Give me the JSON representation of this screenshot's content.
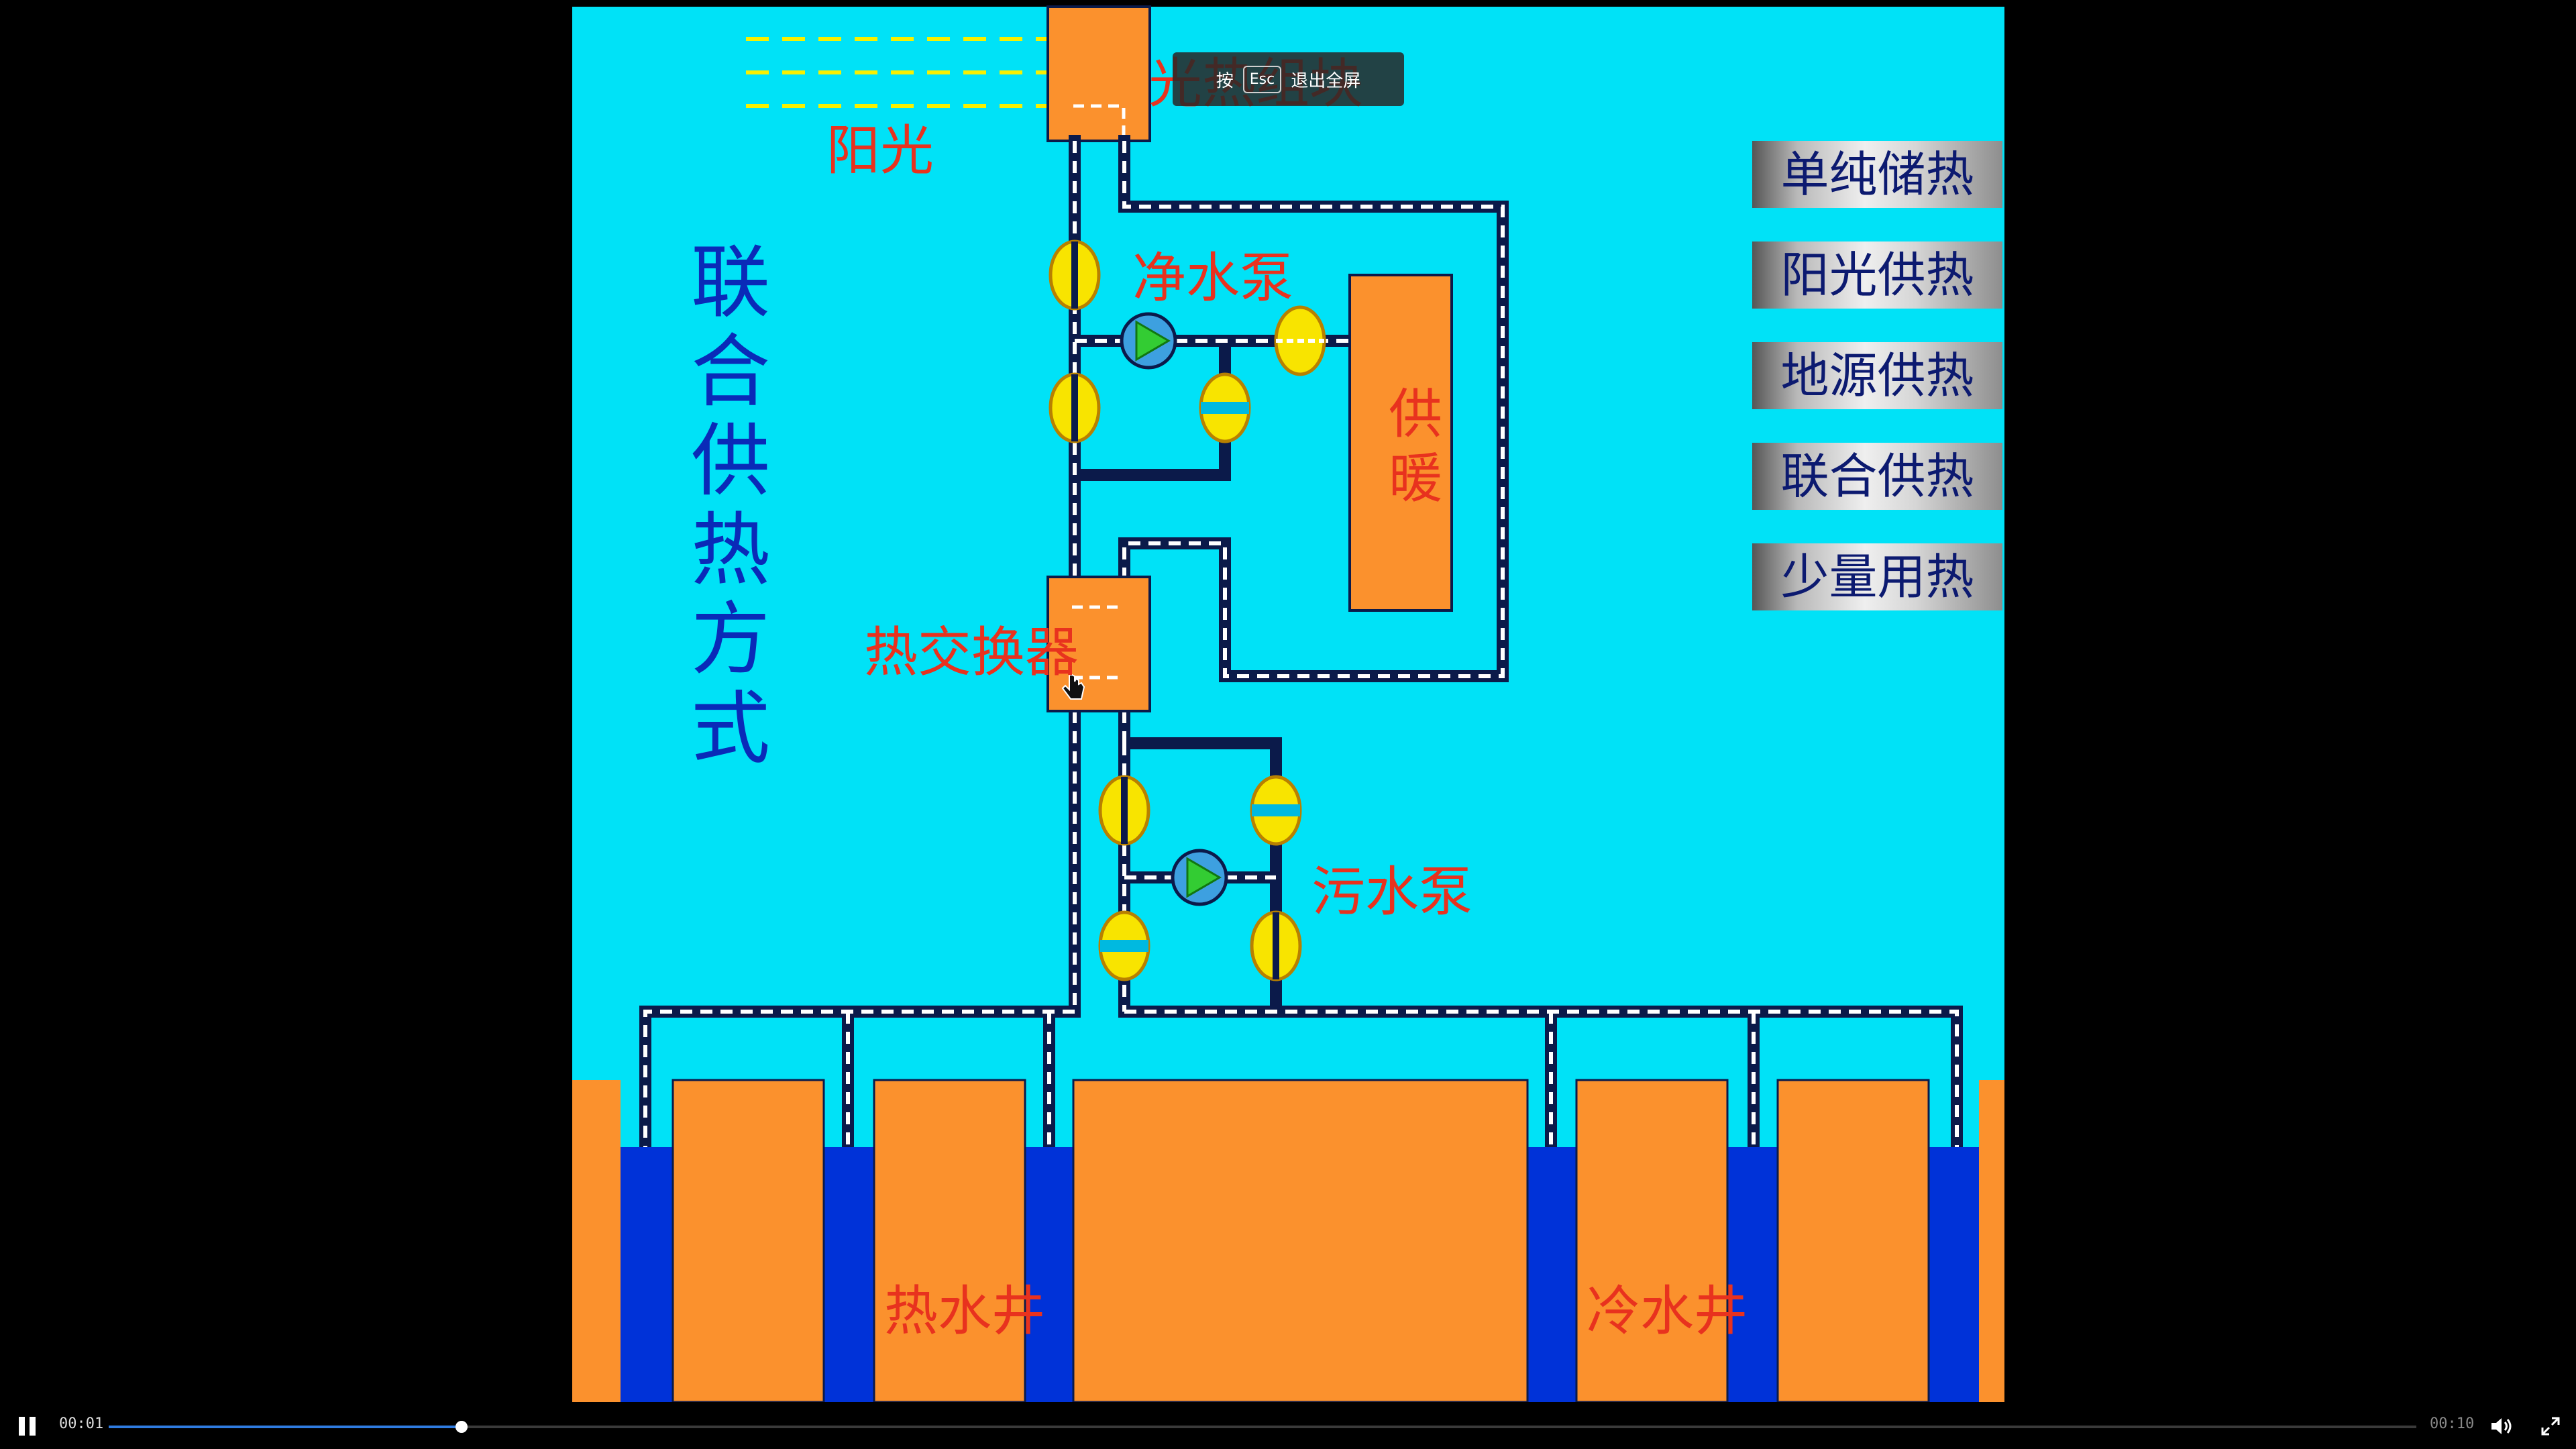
{
  "slide": {
    "title_chars": [
      "联",
      "合",
      "供",
      "热",
      "方",
      "式"
    ],
    "label_sunlight": "阳光",
    "label_solar_collector": "光热组块",
    "label_clean_pump": "净水泵",
    "label_heat_supply_chars": [
      "供",
      "暖"
    ],
    "label_heat_exchanger": "热交换器",
    "label_sewage_pump": "污水泵",
    "label_hot_well": "热水井",
    "label_cold_well": "冷水井"
  },
  "side_menu": {
    "items": [
      {
        "label": "单纯储热"
      },
      {
        "label": "阳光供热"
      },
      {
        "label": "地源供热"
      },
      {
        "label": "联合供热"
      },
      {
        "label": "少量用热"
      }
    ]
  },
  "toast": {
    "prefix": "按",
    "key": "Esc",
    "suffix": "退出全屏"
  },
  "player": {
    "current_time": "00:01",
    "total_time": "00:10",
    "progress_fraction": 0.153
  },
  "colors": {
    "background_cyan": "#00e2f7",
    "tank_orange": "#fb912d",
    "water_blue": "#0032d8",
    "pipe_dark": "#0b1a4a",
    "label_red": "#e8321e",
    "title_blue": "#0a2ab8",
    "valve_yellow": "#f8e400",
    "pump_green": "#33cc33",
    "progress_blue": "#2f7be0"
  },
  "icons": {
    "play_pause": "pause-icon",
    "volume": "volume-icon",
    "fullscreen": "exit-fullscreen-icon",
    "pointer": "hand-cursor-icon"
  }
}
